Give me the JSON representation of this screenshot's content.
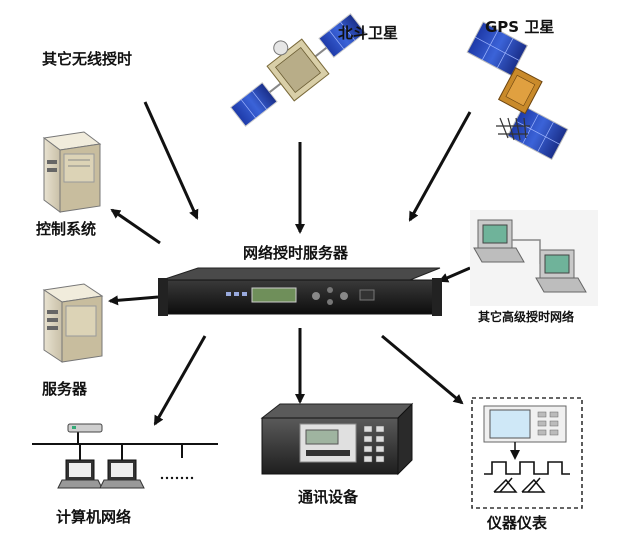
{
  "labels": {
    "other_wireless": "其它无线授时",
    "beidou": "北斗卫星",
    "gps": "GPS 卫星",
    "server_title": "网络授时服务器",
    "control_system": "控制系统",
    "server": "服务器",
    "other_network": "其它高级授时网络",
    "computer_network": "计算机网络",
    "comm_equipment": "通讯设备",
    "instruments": "仪器仪表"
  }
}
